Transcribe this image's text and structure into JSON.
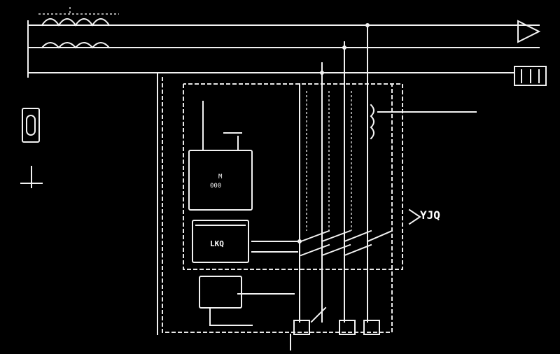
{
  "diagram": {
    "label_right": "YJQ",
    "label_unit": "LKQ",
    "label_box": "000",
    "label_mid": "M"
  }
}
